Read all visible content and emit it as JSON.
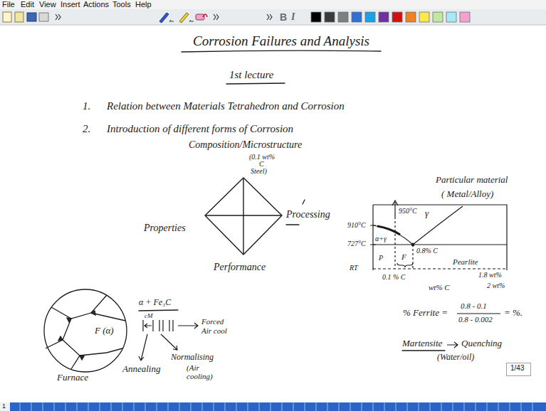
{
  "diagram": {
    "title": "Corrosion Failures and Analysis",
    "labels": [
      "File",
      "Edit",
      "View",
      "Insert",
      "Actions",
      "Tools",
      "Help",
      "B",
      "I",
      "1st lecture",
      "1.",
      "Relation between Materials Tetrahedron and Corrosion",
      "2.",
      "Introduction of different forms of Corrosion",
      "Composition/Microstructure",
      "(0.1 wt%",
      "C",
      "Steel)",
      "Particular material",
      "( Metal/Alloy)",
      "Properties",
      "Processing",
      "Performance",
      "950°C",
      "910°C",
      "727°C",
      "γ",
      "α+γ",
      "0.8% C",
      "F",
      "P",
      "Pearlite",
      "RT",
      "0.1 % C",
      "wt% C",
      "1.8 wt%",
      "2 wt%",
      "% Ferrite =",
      "0.8 - 0.1",
      "0.8 - 0.002",
      "= %.",
      "Martensite",
      "Quenching",
      "(Water/oil)",
      "F (α)",
      "α + Fe₃C",
      "cM",
      "Forced",
      "Air cool",
      "Furnace",
      "Annealing",
      "Normalising",
      "(Air",
      "cooling)",
      "1/43",
      "1"
    ]
  }
}
